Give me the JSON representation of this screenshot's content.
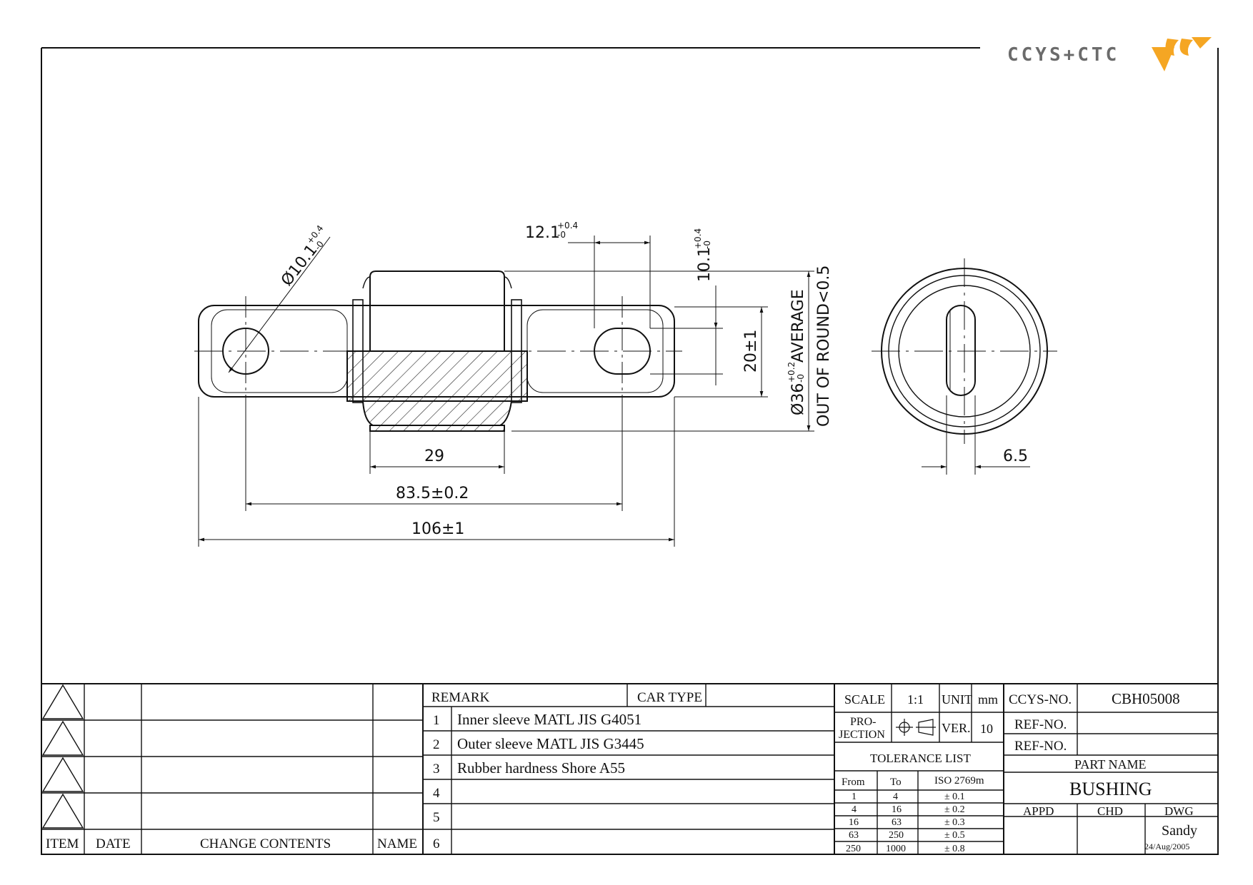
{
  "logo": {
    "text": "CCYS+CTC",
    "accent_color": "#f5a623",
    "icon": "ccys-logo-mark"
  },
  "drawing": {
    "dimensions": {
      "hole_dia": "Ø10.1",
      "hole_dia_tol_upper": "+0.4",
      "hole_dia_tol_lower": "-0",
      "slot_width": "12.1",
      "slot_width_tol_upper": "+0.4",
      "slot_width_tol_lower": "-0",
      "slot_height": "10.1",
      "slot_height_tol_upper": "+0.4",
      "slot_height_tol_lower": "-0",
      "inner_height": "20±1",
      "outer_dia": "Ø36",
      "outer_dia_tol_upper": "+0.2",
      "outer_dia_tol_lower": "-0",
      "outer_dia_note1": "AVERAGE",
      "outer_dia_note2": "OUT OF ROUND<0.5",
      "sleeve_length": "29",
      "hole_spacing": "83.5±0.2",
      "overall_length": "106±1",
      "end_view_width": "6.5"
    }
  },
  "revision_table": {
    "headers": [
      "ITEM",
      "DATE",
      "CHANGE CONTENTS",
      "NAME"
    ],
    "rows": 4
  },
  "remarks": {
    "header": "REMARK",
    "car_type_label": "CAR TYPE",
    "items": [
      {
        "no": "1",
        "text": "Inner sleeve MATL JIS G4051"
      },
      {
        "no": "2",
        "text": "Outer sleeve MATL JIS G3445"
      },
      {
        "no": "3",
        "text": "Rubber hardness Shore A55"
      },
      {
        "no": "4",
        "text": ""
      },
      {
        "no": "5",
        "text": ""
      },
      {
        "no": "6",
        "text": ""
      }
    ]
  },
  "title_block": {
    "scale_label": "SCALE",
    "scale_value": "1:1",
    "unit_label": "UNIT",
    "unit_value": "mm",
    "projection_label_1": "PRO-",
    "projection_label_2": "JECTION",
    "projection_icon": "third-angle-projection-icon",
    "ver_label": "VER.",
    "ver_value": "10",
    "tolerance_title": "TOLERANCE LIST",
    "tolerance_headers": [
      "From",
      "To",
      "ISO 2769m"
    ],
    "tolerance_rows": [
      [
        "1",
        "4",
        "± 0.1"
      ],
      [
        "4",
        "16",
        "± 0.2"
      ],
      [
        "16",
        "63",
        "± 0.3"
      ],
      [
        "63",
        "250",
        "± 0.5"
      ],
      [
        "250",
        "1000",
        "± 0.8"
      ]
    ],
    "ccys_no_label": "CCYS-NO.",
    "ccys_no_value": "CBH05008",
    "ref_no_label_1": "REF-NO.",
    "ref_no_label_2": "REF-NO.",
    "part_name_label": "PART NAME",
    "part_name_value": "BUSHING",
    "appd_label": "APPD",
    "chd_label": "CHD",
    "dwg_label": "DWG",
    "dwg_name": "Sandy",
    "dwg_date": "24/Aug/2005"
  }
}
